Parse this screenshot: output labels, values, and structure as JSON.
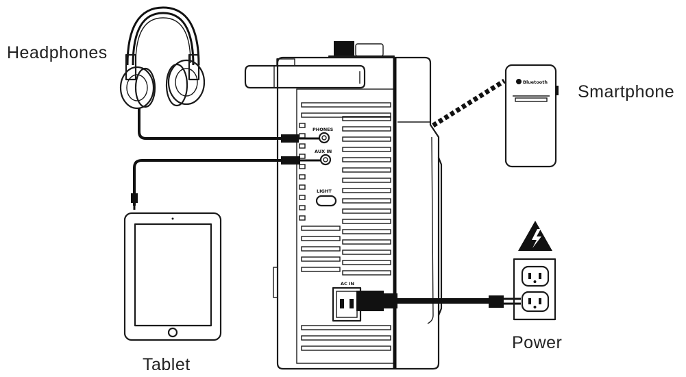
{
  "labels": {
    "headphones": "Headphones",
    "smartphone": "Smartphone",
    "tablet": "Tablet",
    "power": "Power"
  },
  "panel": {
    "phones_jack": "PHONES",
    "aux_in_jack": "AUX IN",
    "light_button": "LIGHT",
    "ac_in": "AC IN"
  },
  "smartphone_screen": {
    "bluetooth_text": "Bluetooth"
  },
  "colors": {
    "line": "#1a1a1a",
    "background": "#ffffff"
  }
}
